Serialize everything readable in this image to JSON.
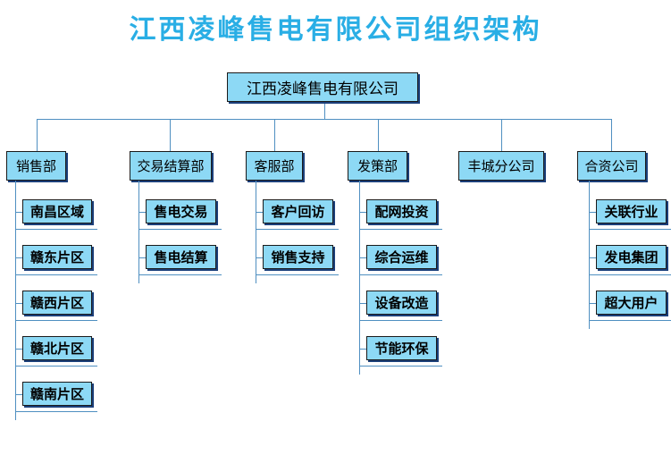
{
  "title": "江西凌峰售电有限公司组织架构",
  "root": "江西凌峰售电有限公司",
  "departments": [
    {
      "name": "销售部",
      "children": [
        "南昌区域",
        "赣东片区",
        "赣西片区",
        "赣北片区",
        "赣南片区"
      ]
    },
    {
      "name": "交易结算部",
      "children": [
        "售电交易",
        "售电结算"
      ]
    },
    {
      "name": "客服部",
      "children": [
        "客户回访",
        "销售支持"
      ]
    },
    {
      "name": "发策部",
      "children": [
        "配网投资",
        "综合运维",
        "设备改造",
        "节能环保"
      ]
    },
    {
      "name": "丰城分公司",
      "children": []
    },
    {
      "name": "合资公司",
      "children": [
        "关联行业",
        "发电集团",
        "超大用户"
      ]
    }
  ],
  "colors": {
    "title": "#29aee5",
    "box_fill": "#8dd9f5",
    "connector": "#4f8fc1"
  }
}
